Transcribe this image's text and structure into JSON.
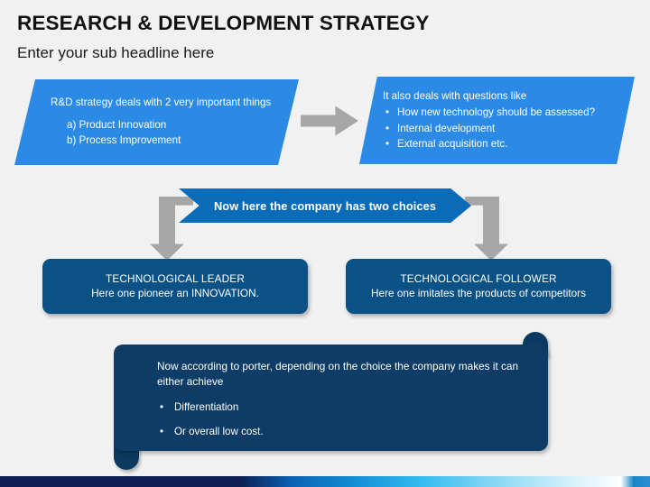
{
  "header": {
    "title": "RESEARCH & DEVELOPMENT STRATEGY",
    "subtitle": "Enter your sub headline here"
  },
  "colors": {
    "background": "#f1f1f1",
    "light_blue": "#2a8ae6",
    "banner_blue": "#0a6cb8",
    "choice_blue": "#0a5186",
    "note_navy": "#0d3d66",
    "arrow_gray": "#a6a6a6",
    "title_text": "#111111",
    "footer_navy": "#0d1f54"
  },
  "boxes": {
    "left_parallelogram": {
      "heading": "R&D strategy deals with 2 very important things",
      "items": [
        "a) Product Innovation",
        "b) Process Improvement"
      ]
    },
    "right_parallelogram": {
      "heading": "It also deals with questions like",
      "bullets": [
        "How new technology should be assessed?",
        "Internal development",
        "External acquisition etc."
      ],
      "bullet_glyph": "•"
    }
  },
  "banner": {
    "label": "Now here the company has two choices"
  },
  "choices": [
    {
      "title": "TECHNOLOGICAL LEADER",
      "subtitle": "Here one pioneer an INNOVATION."
    },
    {
      "title": "TECHNOLOGICAL FOLLOWER",
      "subtitle": "Here one imitates the products of competitors"
    }
  ],
  "note": {
    "heading": "Now according to porter, depending on the choice the company makes it can either achieve",
    "bullets": [
      "Differentiation",
      "Or overall low cost."
    ],
    "bullet_glyph": "•"
  },
  "icons": {
    "flow_arrow": "right-arrow-icon",
    "elbow_left": "elbow-down-arrow-icon",
    "elbow_right": "elbow-down-arrow-icon"
  }
}
